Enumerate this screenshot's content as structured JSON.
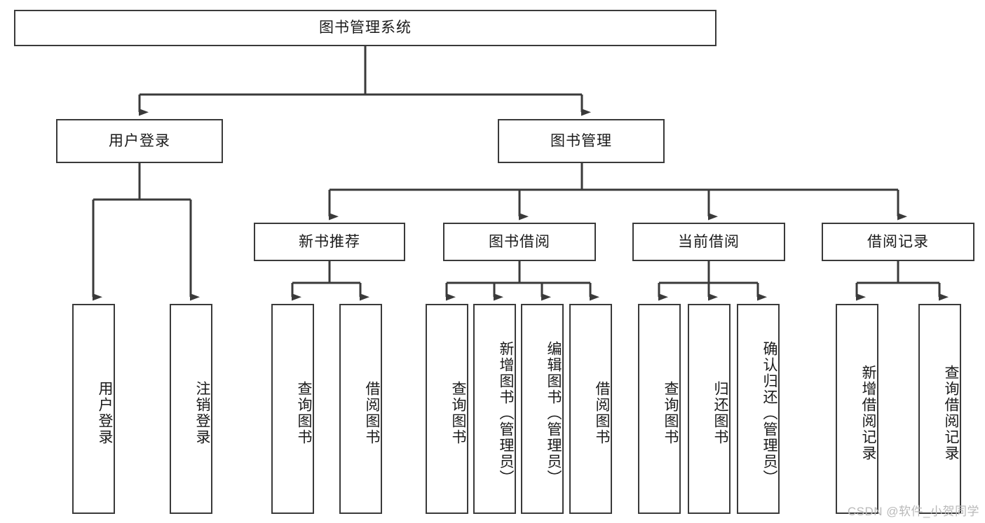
{
  "diagram": {
    "type": "tree-hierarchy",
    "title": "图书管理系统",
    "orientation": "top-down",
    "colors": {
      "box_stroke": "#3a3a3a",
      "box_fill": "#ffffff",
      "connector": "#3a3a3a",
      "text": "#1a1a1a",
      "watermark": "#b9b9b9",
      "background": "#ffffff"
    }
  },
  "root": {
    "label": "图书管理系统"
  },
  "level1": [
    {
      "id": "user-login",
      "label": "用户登录"
    },
    {
      "id": "book-management",
      "label": "图书管理"
    }
  ],
  "level2": [
    {
      "id": "new-book-recommend",
      "label": "新书推荐",
      "parent": "book-management"
    },
    {
      "id": "book-borrow",
      "label": "图书借阅",
      "parent": "book-management"
    },
    {
      "id": "current-borrow",
      "label": "当前借阅",
      "parent": "book-management"
    },
    {
      "id": "borrow-record",
      "label": "借阅记录",
      "parent": "book-management"
    }
  ],
  "leaves": {
    "user_login": [
      {
        "id": "leaf-user-login",
        "label": "用户登录"
      },
      {
        "id": "leaf-user-logout",
        "label": "注销登录"
      }
    ],
    "new_book_recommend": [
      {
        "id": "leaf-query-book-1",
        "label": "查询图书"
      },
      {
        "id": "leaf-borrow-book-1",
        "label": "借阅图书"
      }
    ],
    "book_borrow": [
      {
        "id": "leaf-query-book-2",
        "label": "查询图书"
      },
      {
        "id": "leaf-add-book",
        "label": "新增图书（管理员）"
      },
      {
        "id": "leaf-edit-book",
        "label": "编辑图书（管理员）"
      },
      {
        "id": "leaf-borrow-book-2",
        "label": "借阅图书"
      }
    ],
    "current_borrow": [
      {
        "id": "leaf-query-book-3",
        "label": "查询图书"
      },
      {
        "id": "leaf-return-book",
        "label": "归还图书"
      },
      {
        "id": "leaf-confirm-return",
        "label": "确认归还（管理员）"
      }
    ],
    "borrow_record": [
      {
        "id": "leaf-add-record",
        "label": "新增借阅记录"
      },
      {
        "id": "leaf-query-record",
        "label": "查询借阅记录"
      }
    ]
  },
  "watermark": {
    "text": "CSDN @软件_小贺同学"
  }
}
